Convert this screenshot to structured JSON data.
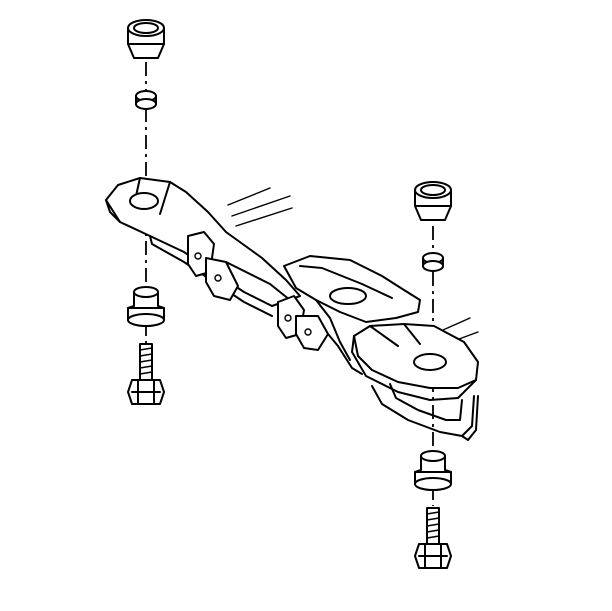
{
  "diagram": {
    "kind": "exploded-view line drawing",
    "colors": {
      "ink": "#000000",
      "background": "#ffffff"
    },
    "parts": [
      "frame-crossmember",
      "upper-insulator-left",
      "upper-spacer-left",
      "lower-insulator-left",
      "mount-bolt-left",
      "upper-insulator-right",
      "upper-spacer-right",
      "lower-insulator-right",
      "mount-bolt-right"
    ]
  }
}
